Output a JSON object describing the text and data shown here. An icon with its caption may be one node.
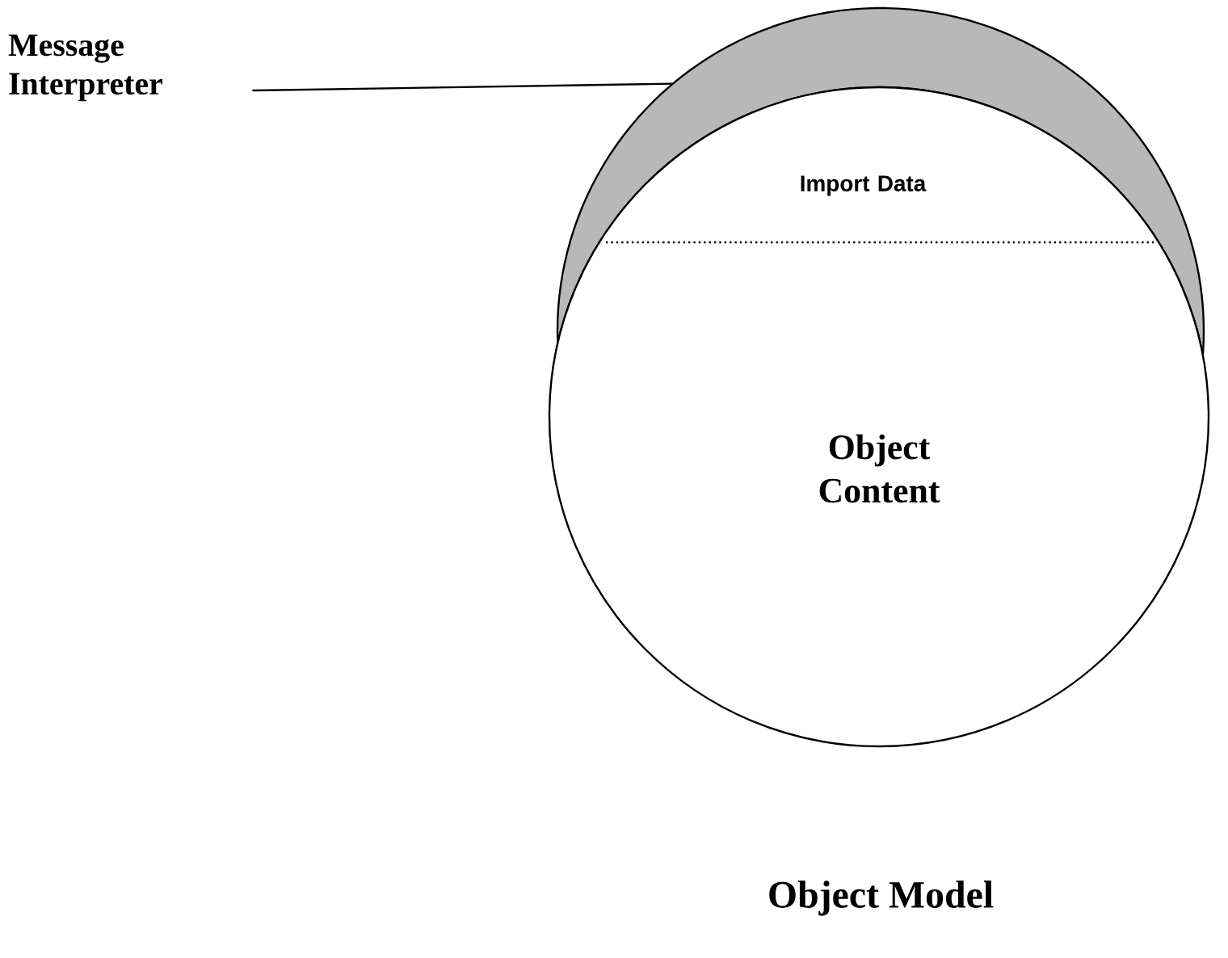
{
  "diagram": {
    "caption": "Object Model",
    "nodes": [
      {
        "text": [
          "Message Interpreter"
        ]
      },
      {
        "text": [],
        "shape": "circle"
      },
      {
        "text": [
          "Import Data",
          "Object Content"
        ]
      }
    ],
    "edges": [
      {
        "from": 0,
        "to": 1,
        "arrow": "none"
      }
    ]
  }
}
